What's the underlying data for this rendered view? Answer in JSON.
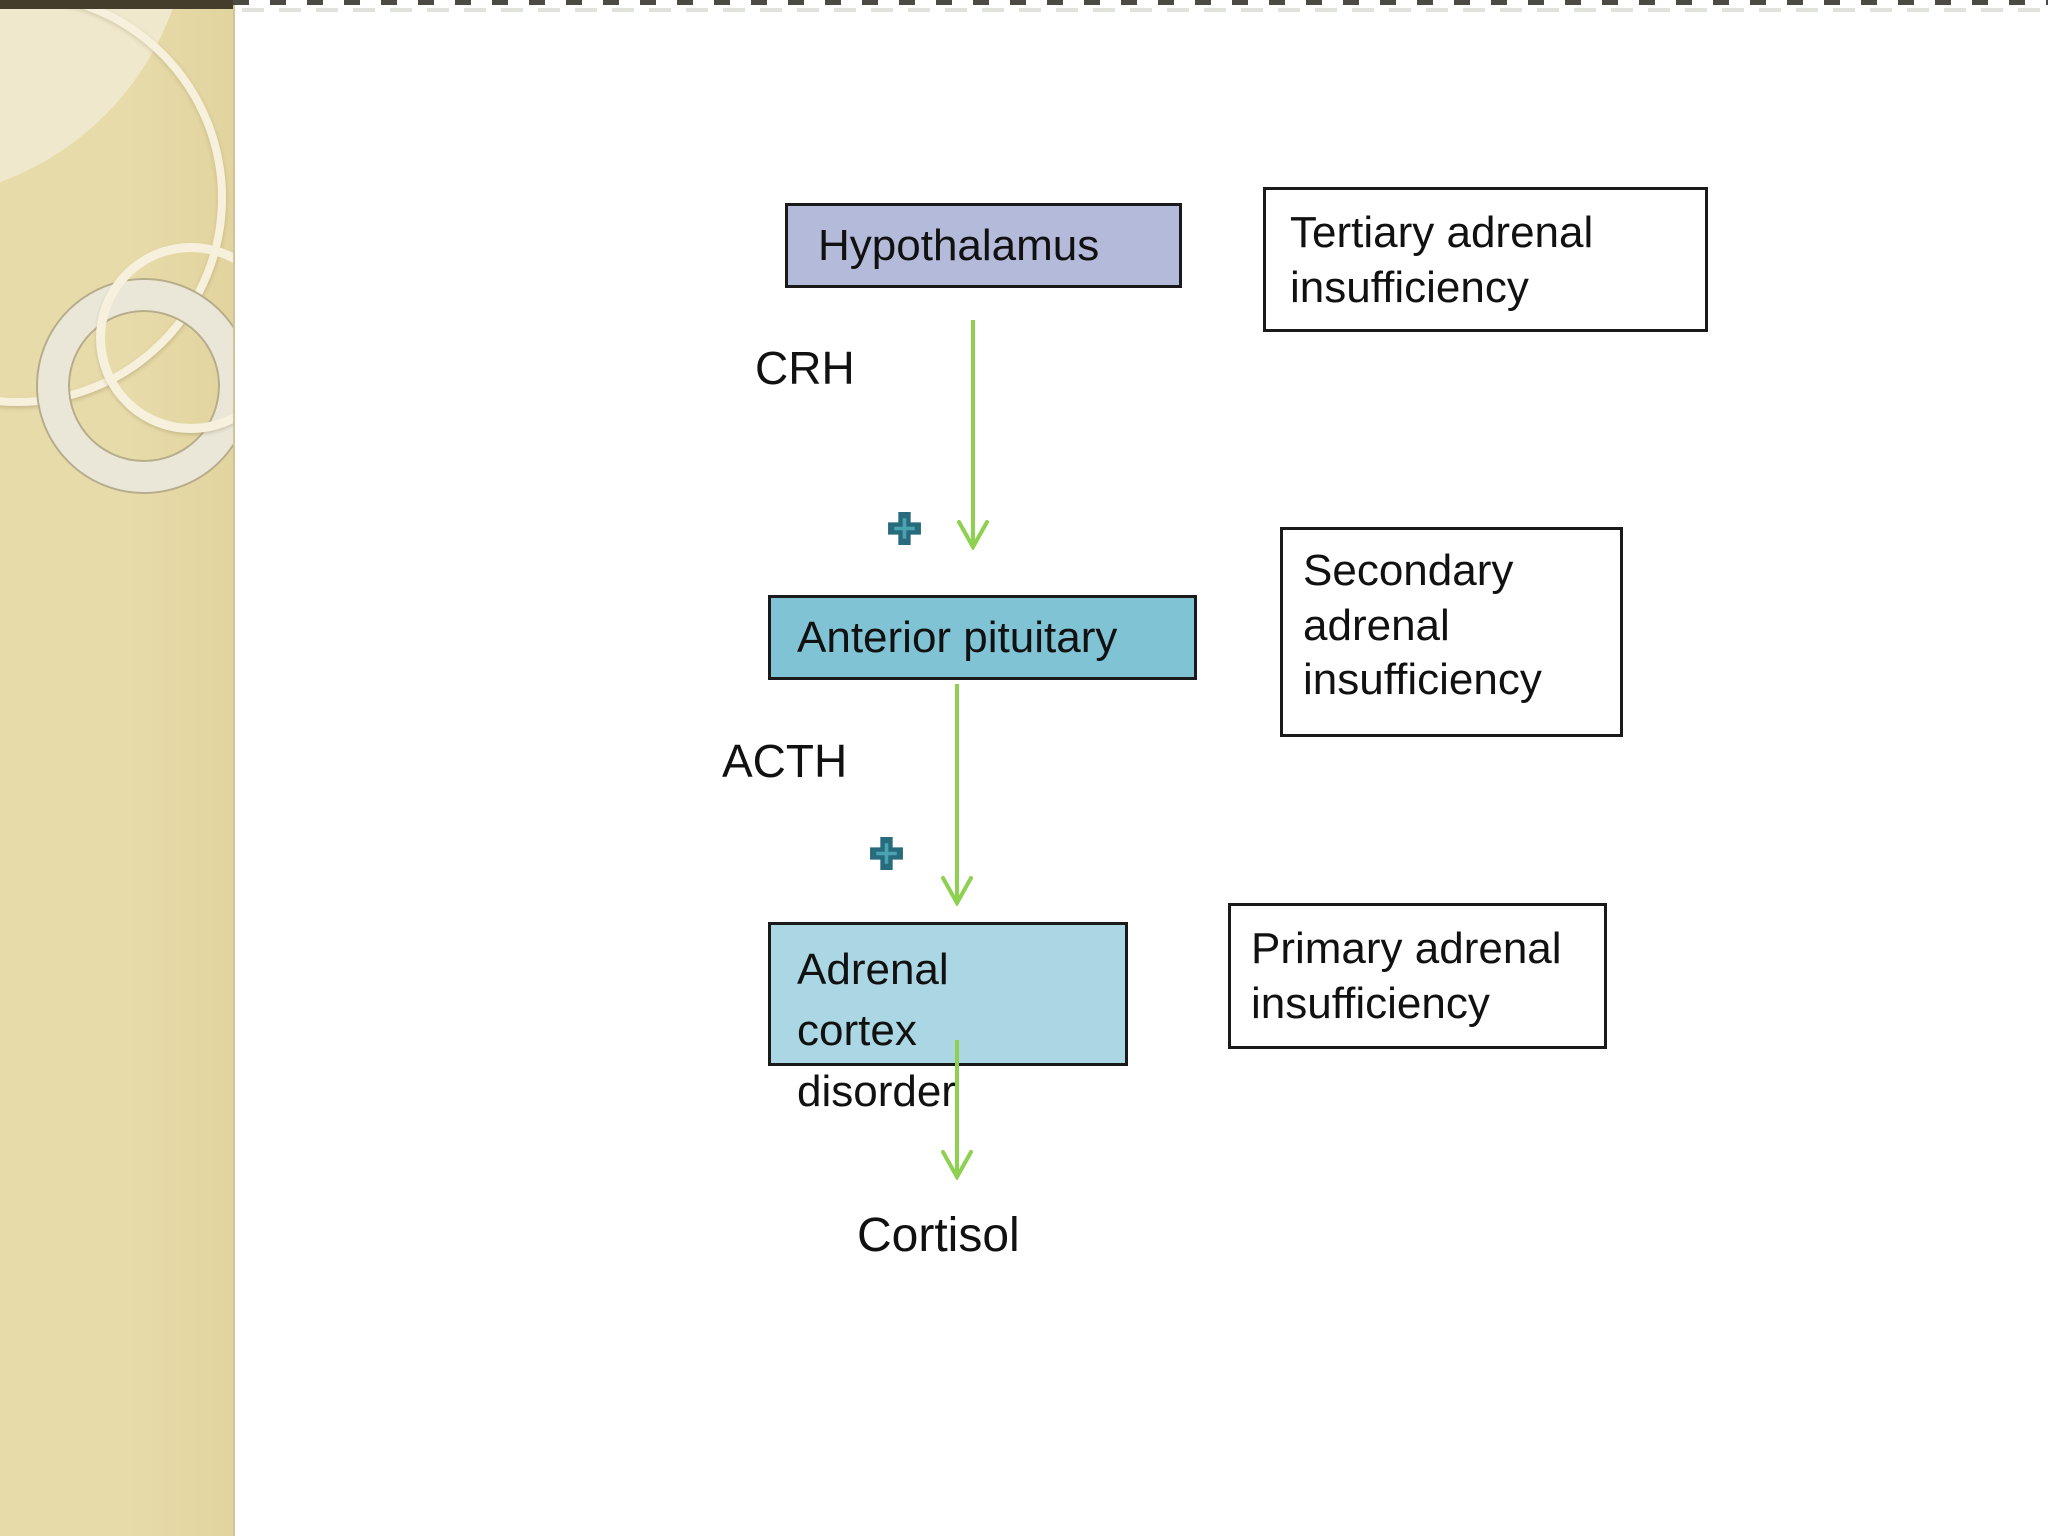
{
  "slide_type": "presentation-slide",
  "diagram": {
    "hypothalamus": "Hypothalamus",
    "anterior_pituitary": "Anterior pituitary",
    "adrenal_cortex_disorder": "Adrenal cortex disorder",
    "hormone_crh": "CRH",
    "hormone_acth": "ACTH",
    "hormone_cortisol": "Cortisol",
    "tertiary": "Tertiary adrenal insufficiency",
    "secondary": "Secondary adrenal insufficiency",
    "primary": "Primary adrenal insufficiency"
  },
  "icons": {
    "stimulation_markers": "plus-cross-icon",
    "flow_arrows": "green-down-arrow"
  },
  "colors": {
    "box_hypothalamus": "#b4bad9",
    "box_anterior": "#7fc3d4",
    "box_adrenal": "#aad7e3",
    "arrow_green": "#8ed04f",
    "plus_dark": "#276b7d",
    "plus_light": "#4aa3b1",
    "sidebar_base": "#e7dbaa",
    "sidebar_light": "#f0e8cd",
    "ring_cream": "#f6f0dc",
    "donut_fill": "#eae6d8",
    "donut_edge": "#b5ac8c",
    "border_dark": "#1a1a1a"
  }
}
